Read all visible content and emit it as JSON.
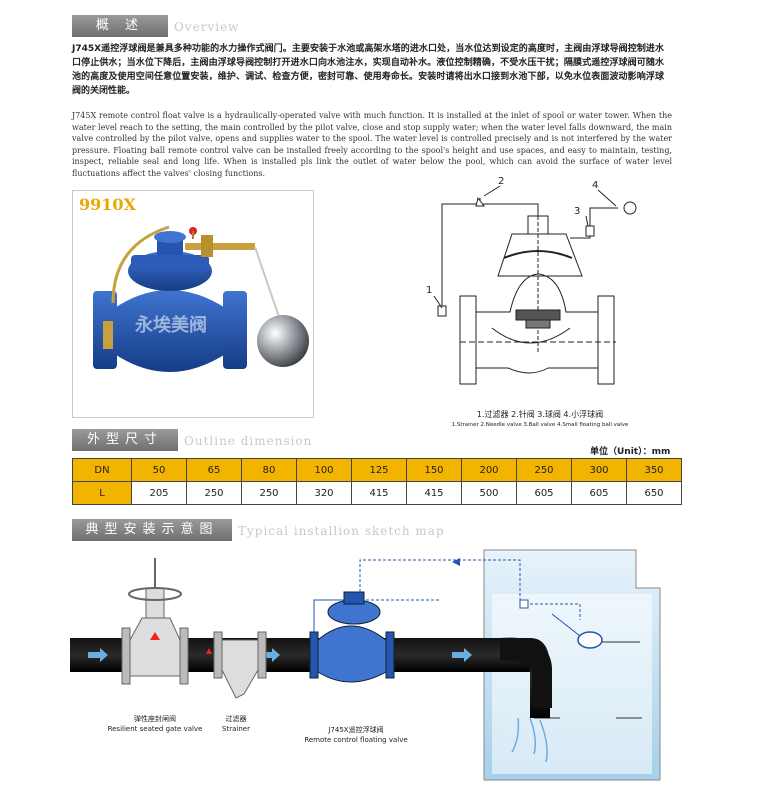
{
  "overview": {
    "title_cn": "概 述",
    "title_en": "Overview",
    "para_cn": "J745X遥控浮球阀是兼具多种功能的水力操作式阀门。主要安装于水池或高架水塔的进水口处，当水位达到设定的高度时，主阀由浮球导阀控制进水口停止供水；当水位下降后，主阀由浮球导阀控制打开进水口向水池注水，实现自动补水。液位控制精确，不受水压干扰；隔膜式遥控浮球阀可随水池的高度及使用空间任意位置安装，维护、调试、检查方便，密封可靠、使用寿命长。安装时请将出水口接到水池下部，以免水位表面波动影响浮球阀的关闭性能。",
    "para_en": "J745X remote control float valve is a hydraulically-operated valve with much function. It is installed at the inlet of spool or water tower. When the water level reach to the setting, the main controlled by the pilot valve, close and stop supply water; when the water level falls downward, the main valve controlled by the pilot valve, opens and supplies water to the spool. The water level is controlled precisely and is not interfered by the water pressure. Floating ball remote control valve can be installed freely according to the spool's height and use spaces, and easy to maintain, testing, inspect, reliable seal and long life. When is installed pls link the outlet of water below the pool, which can avoid the surface of water level fluctuations affect the valves' closing functions."
  },
  "product": {
    "model": "9910X",
    "watermark": "永埃美阀"
  },
  "schematic": {
    "callouts": [
      "1",
      "2",
      "3",
      "4"
    ],
    "legend_cn": "1.过滤器 2.针阀 3.球阀 4.小浮球阀",
    "legend_en": "1.Strainer  2.Needle valve  3.Ball valve  4.Small floating ball valve"
  },
  "dimension": {
    "title_cn": "外型尺寸",
    "title_en": "Outline dimension",
    "unit": "单位（Unit）：mm",
    "row_dn_label": "DN",
    "row_l_label": "L",
    "dn": [
      "50",
      "65",
      "80",
      "100",
      "125",
      "150",
      "200",
      "250",
      "300",
      "350"
    ],
    "l": [
      "205",
      "250",
      "250",
      "320",
      "415",
      "415",
      "500",
      "605",
      "605",
      "650"
    ]
  },
  "installation": {
    "title_cn": "典型安装示意图",
    "title_en": "Typical  installion sketch map",
    "gate_cn": "弹性座封闸阀",
    "gate_en": "Resilient seated gate valve",
    "strainer_cn": "过滤器",
    "strainer_en": "Strainer",
    "float_cn": "J745X遥控浮球阀",
    "float_en": "Remote control floating valve"
  },
  "colors": {
    "valve_blue": "#1f4fa8",
    "brass": "#c8a040",
    "table_yellow": "#f3b400",
    "model_orange": "#e7a800"
  }
}
